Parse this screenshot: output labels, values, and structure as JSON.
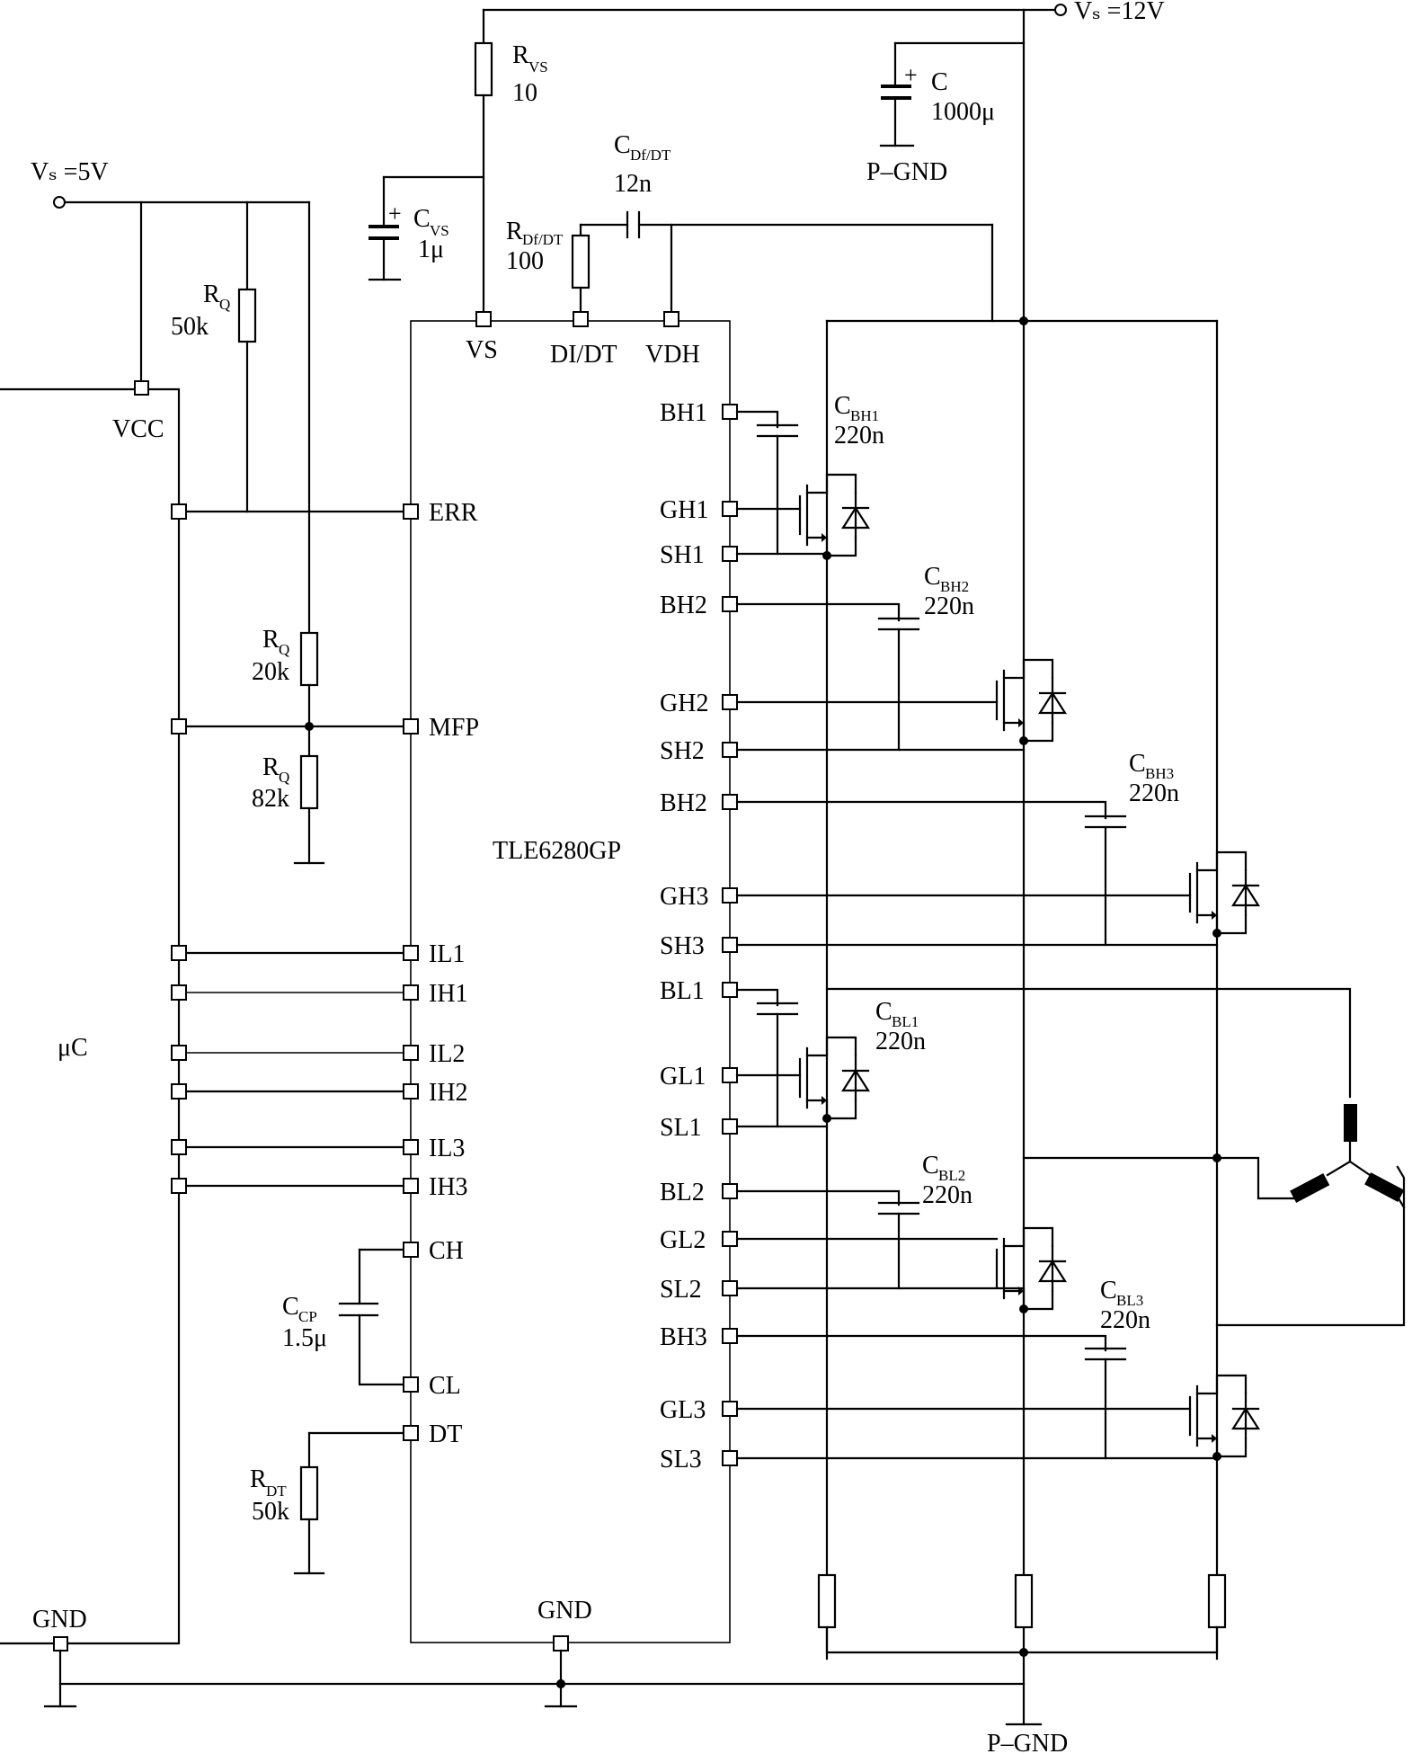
{
  "supplies": {
    "vs5": "Vₛ =5V",
    "vs12": "Vₛ =12V"
  },
  "uc": {
    "label": "μC",
    "vcc": "VCC",
    "gnd": "GND"
  },
  "ic": {
    "name": "TLE6280GP",
    "gnd": "GND",
    "top_pins": [
      "VS",
      "DI/DT",
      "VDH"
    ],
    "left_pins": [
      "ERR",
      "MFP",
      "IL1",
      "IH1",
      "IL2",
      "IH2",
      "IL3",
      "IH3",
      "CH",
      "CL",
      "DT"
    ],
    "right_pins": [
      "BH1",
      "GH1",
      "SH1",
      "BH2",
      "GH2",
      "SH2",
      "BH2",
      "GH3",
      "SH3",
      "BL1",
      "GL1",
      "SL1",
      "BL2",
      "GL2",
      "SL2",
      "BH3",
      "GL3",
      "SL3"
    ]
  },
  "components": {
    "rvs": {
      "name": "R",
      "sub": "VS",
      "value": "10"
    },
    "cvs": {
      "name": "C",
      "sub": "VS",
      "value": "1μ"
    },
    "cdf": {
      "name": "C",
      "sub": "Df/DT",
      "value": "12n"
    },
    "rdf": {
      "name": "R",
      "sub": "Df/DT",
      "value": "100"
    },
    "cbulk": {
      "name": "C",
      "value": "1000μ"
    },
    "rq1": {
      "name": "R",
      "sub": "Q",
      "value": "50k"
    },
    "rq2": {
      "name": "R",
      "sub": "Q",
      "value": "20k"
    },
    "rq3": {
      "name": "R",
      "sub": "Q",
      "value": "82k"
    },
    "ccp": {
      "name": "C",
      "sub": "CP",
      "value": "1.5μ"
    },
    "rdt": {
      "name": "R",
      "sub": "DT",
      "value": "50k"
    },
    "cbh1": {
      "name": "C",
      "sub": "BH1",
      "value": "220n"
    },
    "cbh2": {
      "name": "C",
      "sub": "BH2",
      "value": "220n"
    },
    "cbh3": {
      "name": "C",
      "sub": "BH3",
      "value": "220n"
    },
    "cbl1": {
      "name": "C",
      "sub": "BL1",
      "value": "220n"
    },
    "cbl2": {
      "name": "C",
      "sub": "BL2",
      "value": "220n"
    },
    "cbl3": {
      "name": "C",
      "sub": "BL3",
      "value": "220n"
    }
  },
  "grounds": {
    "pgnd_top": "P–GND",
    "pgnd_bottom": "P–GND"
  },
  "plus_sign": "+"
}
